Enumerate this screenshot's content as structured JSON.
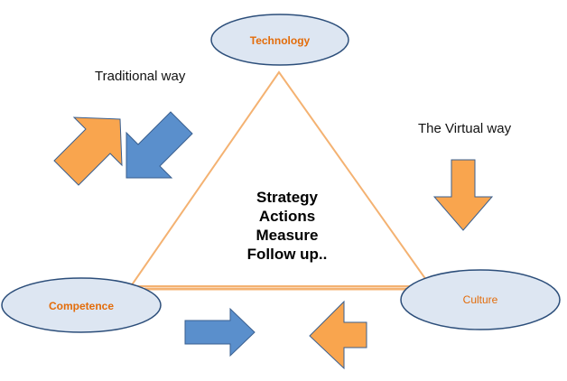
{
  "nodes": {
    "technology": "Technology",
    "competence": "Competence",
    "culture": "Culture"
  },
  "labels": {
    "traditional": "Traditional way",
    "virtual": "The Virtual way"
  },
  "center": {
    "line1": "Strategy",
    "line2": "Actions",
    "line3": "Measure",
    "line4": "Follow up.."
  },
  "colors": {
    "triangle_stroke": "#f4b272",
    "ellipse_fill": "#dde6f2",
    "ellipse_stroke": "#2c4e7a",
    "node_text": "#e36c0a",
    "orange_arrow": "#f9a54e",
    "blue_arrow": "#5a8fcc",
    "arrow_stroke": "#3a5f8f"
  }
}
